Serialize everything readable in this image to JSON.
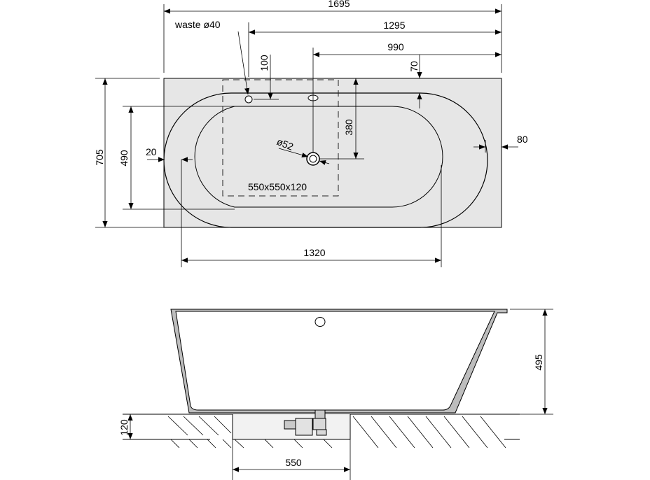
{
  "top_view": {
    "overall_length": "1695",
    "waste_offset": "1295",
    "overflow_offset": "990",
    "waste_inset": "100",
    "rim_inset": "70",
    "side_rim": "80",
    "overall_width": "705",
    "inner_width": "490",
    "edge_offset": "20",
    "drain_distance": "380",
    "inner_length": "1320",
    "waste_label": "waste ø40",
    "overflow_label": "ø52",
    "service_area_label": "550x550x120"
  },
  "side_view": {
    "height": "495",
    "floor_depth": "120",
    "service_width": "550"
  }
}
